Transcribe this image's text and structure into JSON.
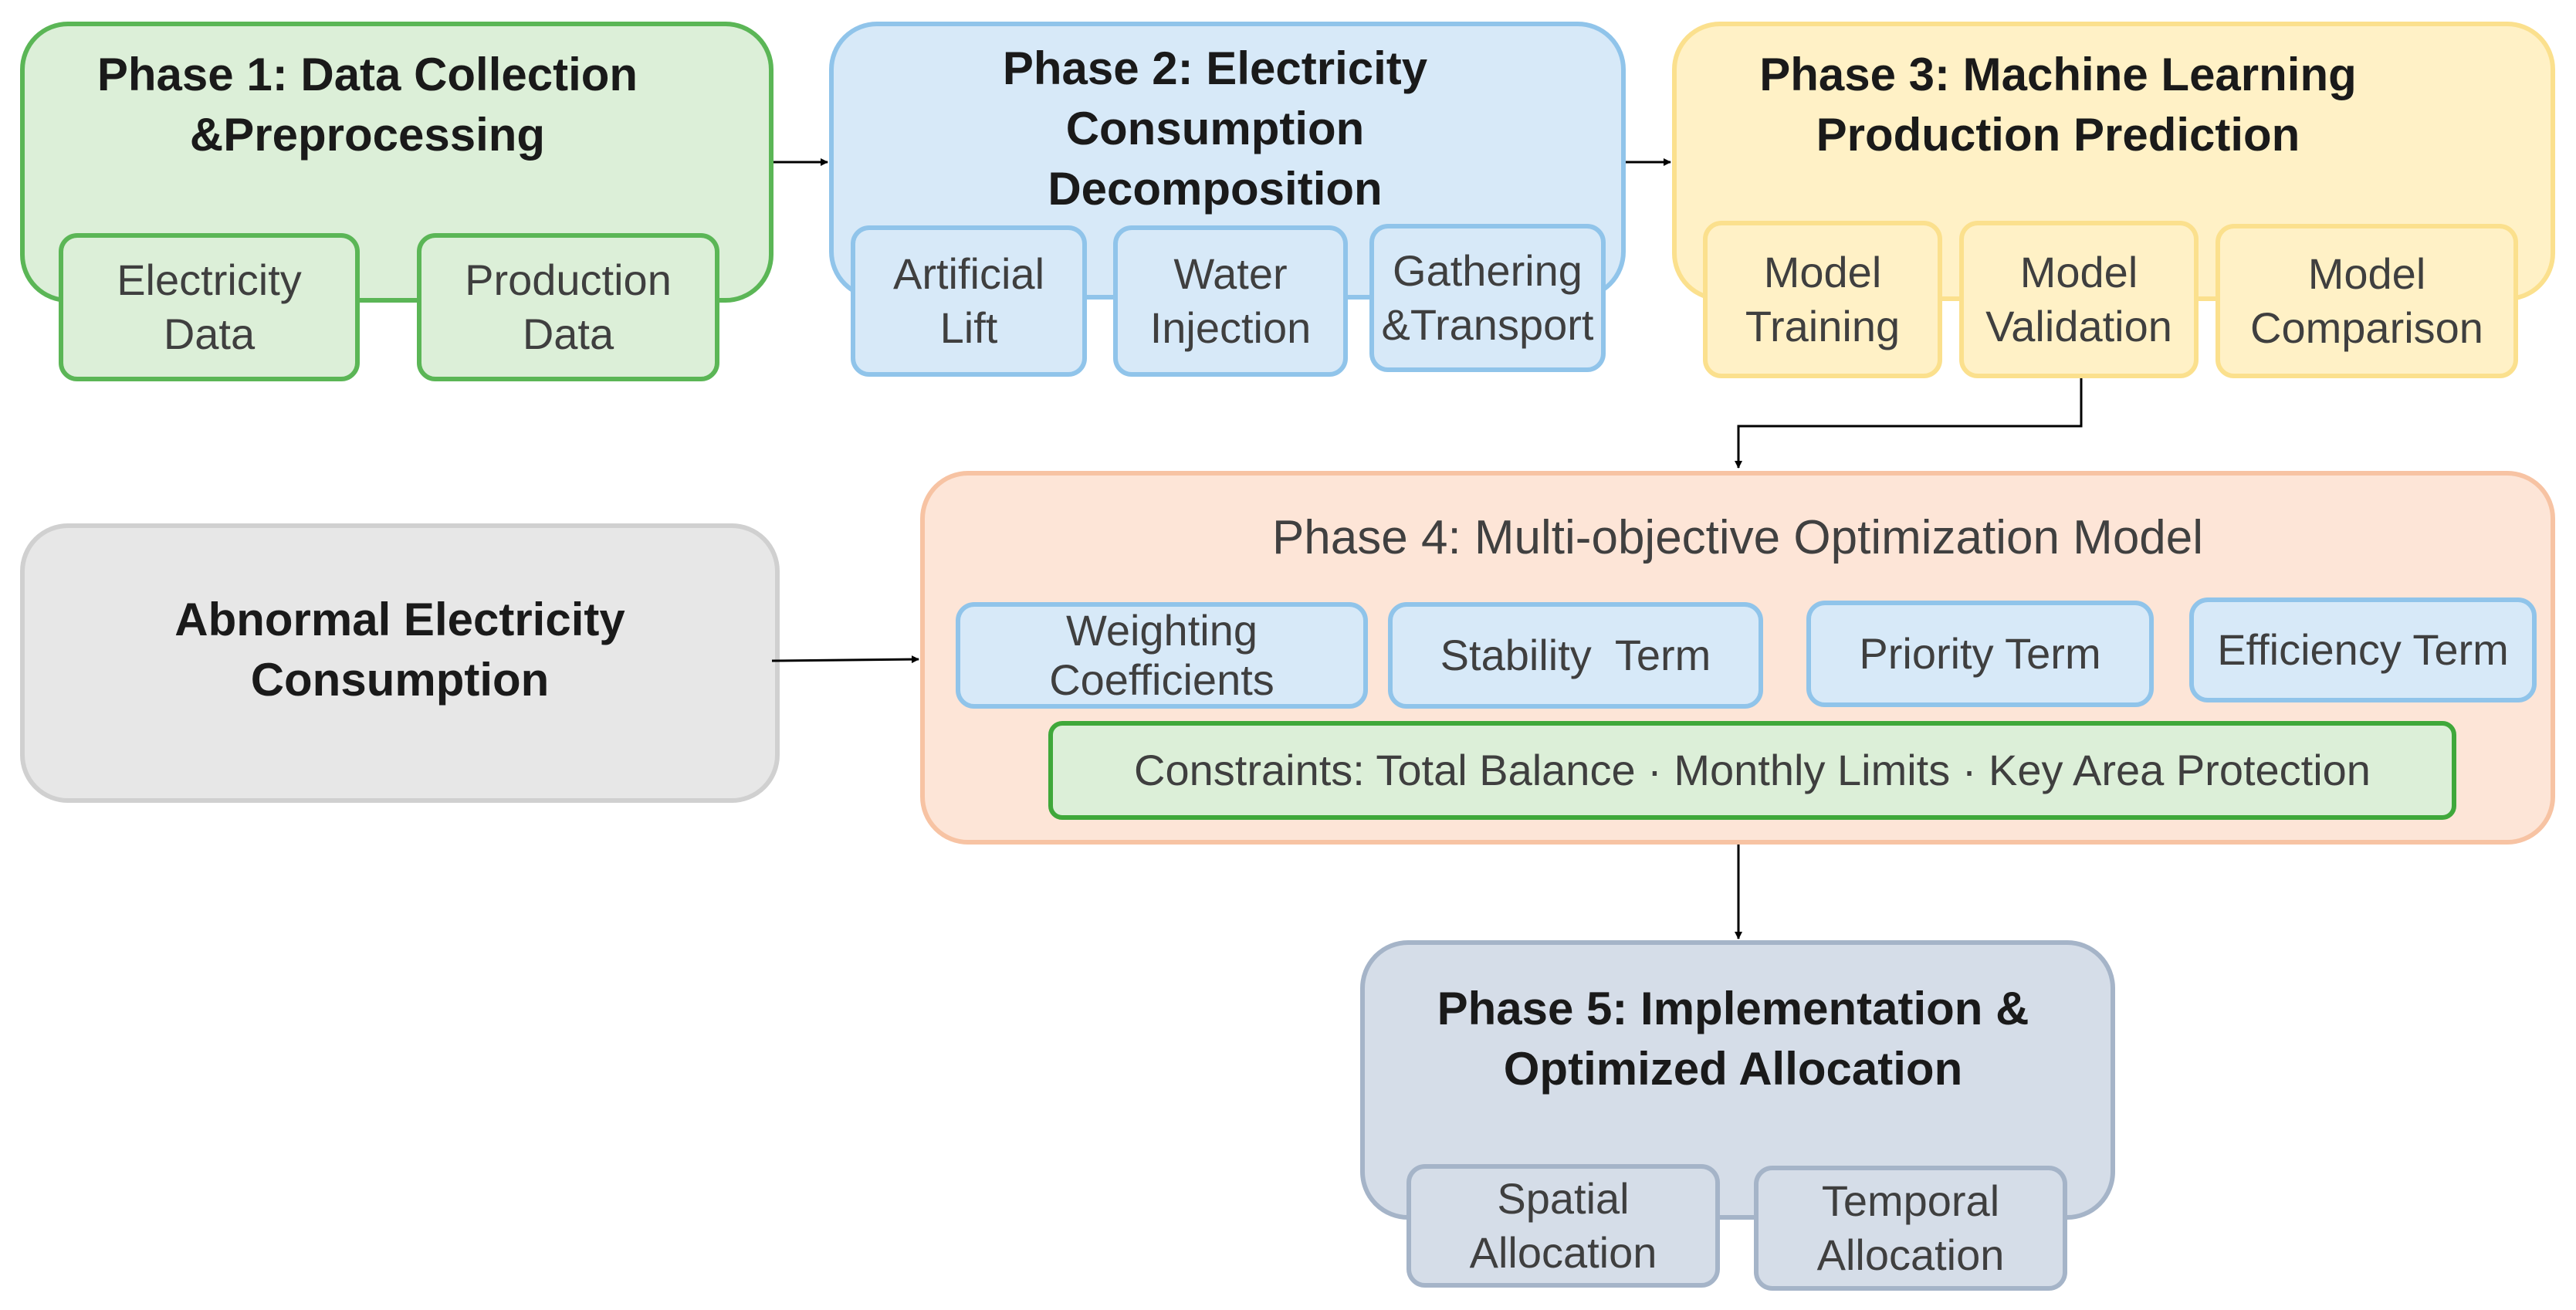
{
  "phase1": {
    "title": "Phase 1: Data Collection\n&Preprocessing",
    "items": [
      "Electricity\nData",
      "Production\nData"
    ],
    "color": "#5bb656"
  },
  "phase2": {
    "title": "Phase 2: Electricity\nConsumption\nDecomposition",
    "items": [
      "Artificial\nLift",
      "Water\nInjection",
      "Gathering\n&Transport"
    ],
    "color": "#90c4ea"
  },
  "phase3": {
    "title": "Phase 3: Machine Learning\nProduction Prediction",
    "items": [
      "Model\nTraining",
      "Model\nValidation",
      "Model\nComparison"
    ],
    "color": "#fbe08d"
  },
  "abnormal": {
    "title": "Abnormal Electricity\nConsumption"
  },
  "phase4": {
    "title": "Phase 4: Multi-objective Optimization Model",
    "items": [
      "Weighting\nCoefficients",
      "Stability  Term",
      "Priority Term",
      "Efficiency Term"
    ],
    "constraints": "Constraints: Total Balance · Monthly Limits · Key Area Protection",
    "color": "#f7c3a3"
  },
  "phase5": {
    "title": "Phase 5: Implementation &\nOptimized Allocation",
    "items": [
      "Spatial\nAllocation",
      "Temporal\nAllocation"
    ],
    "color": "#a5b4c8"
  }
}
